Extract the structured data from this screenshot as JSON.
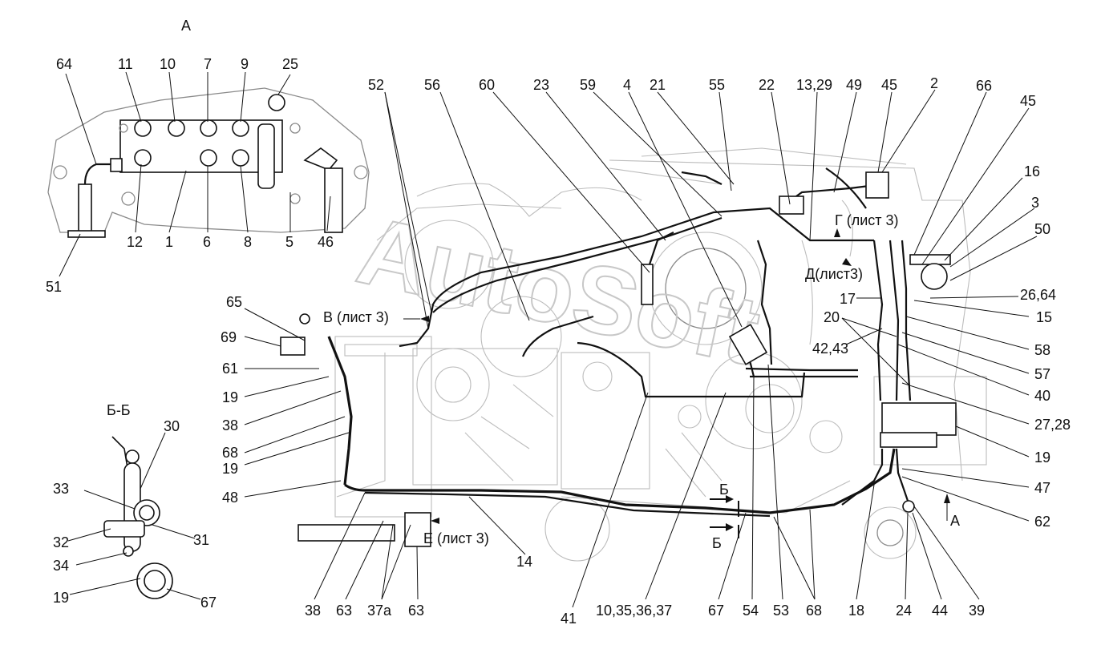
{
  "watermark": "AutoSoft",
  "views": {
    "A": "А",
    "BB": "Б-Б",
    "section_mark": "Б",
    "view_arrow": "А"
  },
  "references": {
    "V": "В (лист 3)",
    "G": "Г (лист 3)",
    "D": "Д(лист3)",
    "E": "Е (лист 3)"
  },
  "labels": {
    "a64": "64",
    "a11": "11",
    "a10": "10",
    "a7": "7",
    "a9": "9",
    "a25": "25",
    "a12": "12",
    "a1": "1",
    "a6": "6",
    "a8": "8",
    "a5": "5",
    "a46": "46",
    "a51": "51",
    "t52": "52",
    "t56": "56",
    "t60": "60",
    "t23": "23",
    "t59": "59",
    "t4": "4",
    "t21": "21",
    "t55": "55",
    "t22": "22",
    "t13_29": "13,29",
    "t49": "49",
    "t45a": "45",
    "t2": "2",
    "t66": "66",
    "t45b": "45",
    "t16": "16",
    "t3": "3",
    "t50": "50",
    "r26_64": "26,64",
    "r15": "15",
    "r17": "17",
    "r20": "20",
    "r42_43": "42,43",
    "r58": "58",
    "r57": "57",
    "r40": "40",
    "r27_28": "27,28",
    "r19": "19",
    "r47": "47",
    "r62": "62",
    "l65": "65",
    "l69": "69",
    "l61": "61",
    "l19a": "19",
    "l38": "38",
    "l68": "68",
    "l19b": "19",
    "l48": "48",
    "b38": "38",
    "b63a": "63",
    "b37a": "37а",
    "b63b": "63",
    "b14": "14",
    "b41": "41",
    "b10_35": "10,35,36,37",
    "b67": "67",
    "b54": "54",
    "b53": "53",
    "b68": "68",
    "b18": "18",
    "b24": "24",
    "b44": "44",
    "b39": "39",
    "s30": "30",
    "s33": "33",
    "s31": "31",
    "s32": "32",
    "s34": "34",
    "s19": "19",
    "s67": "67"
  }
}
